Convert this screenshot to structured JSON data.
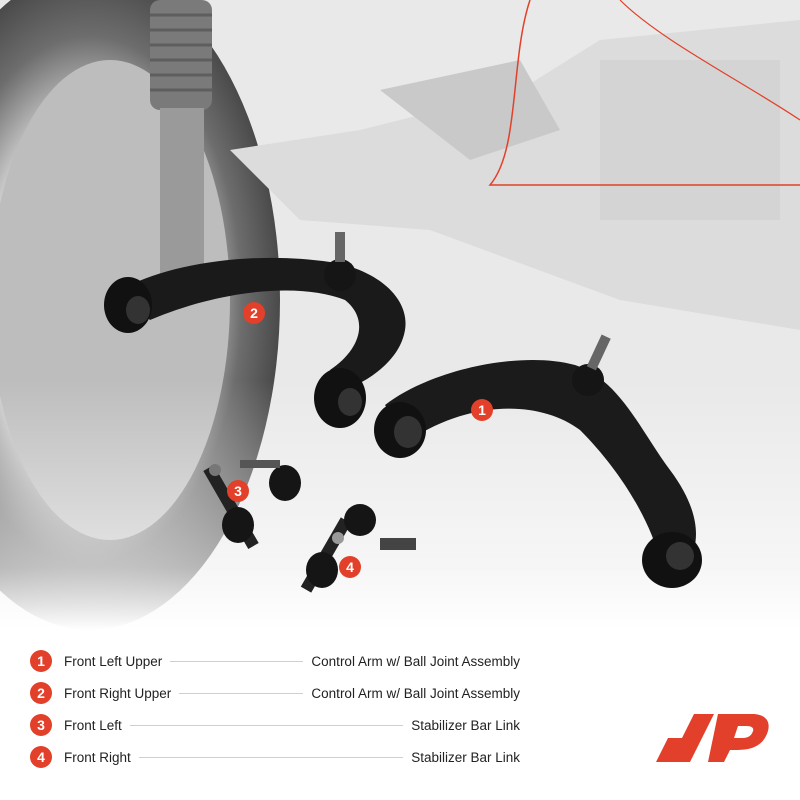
{
  "colors": {
    "accent": "#e2402a",
    "text": "#222222",
    "divider": "#cfcfcf"
  },
  "callouts": [
    {
      "number": "2"
    },
    {
      "number": "1"
    },
    {
      "number": "3"
    },
    {
      "number": "4"
    }
  ],
  "legend": [
    {
      "number": "1",
      "left": "Front Left Upper",
      "right": "Control Arm w/ Ball Joint Assembly"
    },
    {
      "number": "2",
      "left": "Front Right Upper",
      "right": "Control Arm w/ Ball Joint Assembly"
    },
    {
      "number": "3",
      "left": "Front Left",
      "right": "Stabilizer Bar Link"
    },
    {
      "number": "4",
      "left": "Front Right",
      "right": "Stabilizer Bar Link"
    }
  ],
  "logo": {
    "icon": "brand-logo-icon"
  }
}
